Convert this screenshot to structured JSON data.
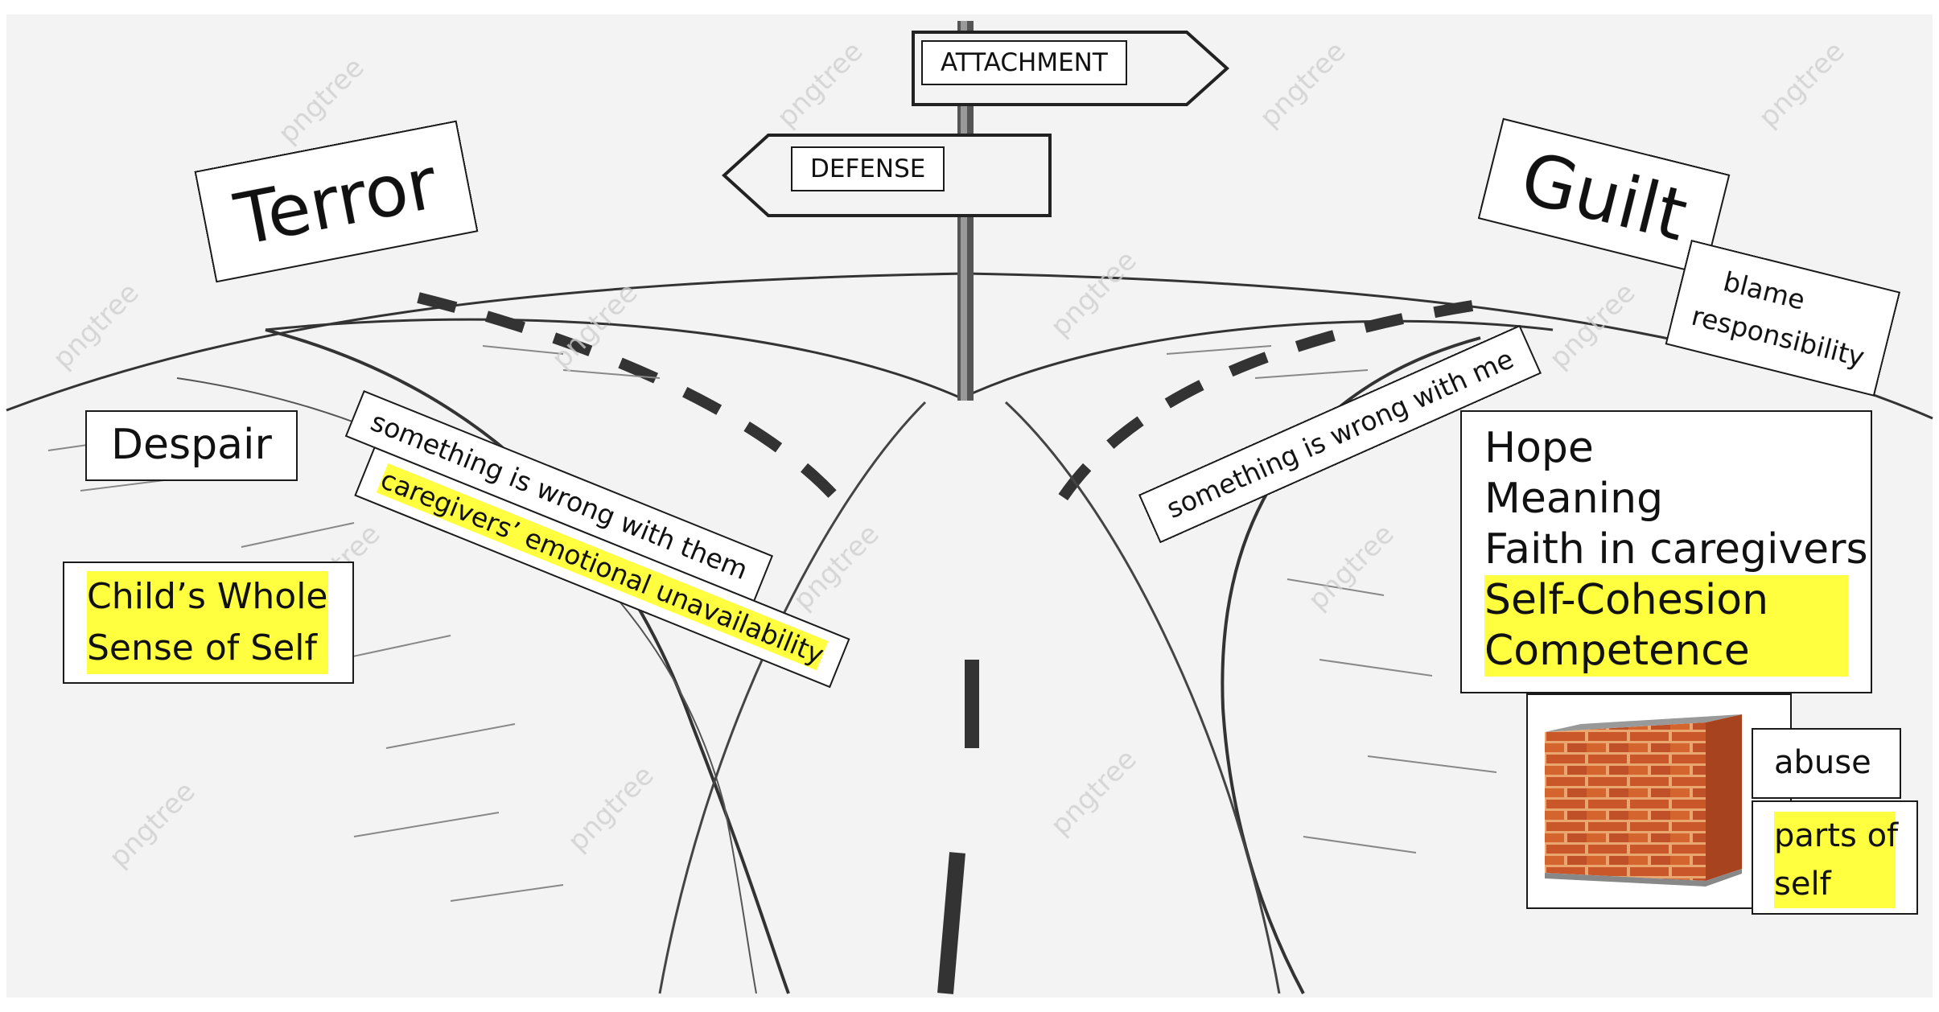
{
  "signs": {
    "attachment": "ATTACHMENT",
    "defense": "DEFENSE"
  },
  "left": {
    "terror": "Terror",
    "despair": "Despair",
    "wrong_with_them": "something is wrong with them",
    "unavailability": "caregivers’ emotional unavailability",
    "self_line1": "Child’s Whole",
    "self_line2": "Sense of Self"
  },
  "right": {
    "guilt": "Guilt",
    "blame": "blame",
    "responsibility": "responsibility",
    "wrong_with_me": "something is wrong with me",
    "hope": "Hope",
    "meaning": "Meaning",
    "faith": "Faith in caregivers",
    "cohesion": "Self-Cohesion",
    "competence": "Competence",
    "abuse": "abuse",
    "parts_line1": "parts of",
    "parts_line2": "self"
  },
  "watermark": "pngtree",
  "colors": {
    "highlight": "#ffff40",
    "brick": "#c9572a",
    "mortar": "#e9a66f"
  }
}
